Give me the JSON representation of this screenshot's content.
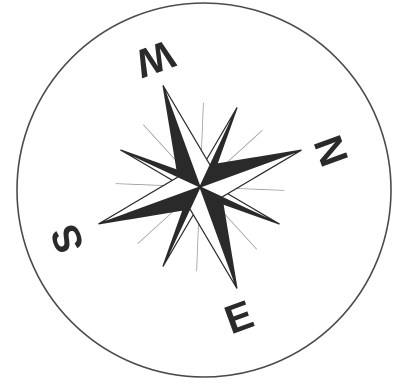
{
  "compass": {
    "labels": {
      "north": "N",
      "east": "E",
      "south": "S",
      "west": "W"
    },
    "colors": {
      "ink": "#2a2a2a",
      "paper": "#ffffff",
      "ring": "#4a4a4a",
      "faint_ray": "#9a9a9a"
    },
    "rose_points": 8
  }
}
